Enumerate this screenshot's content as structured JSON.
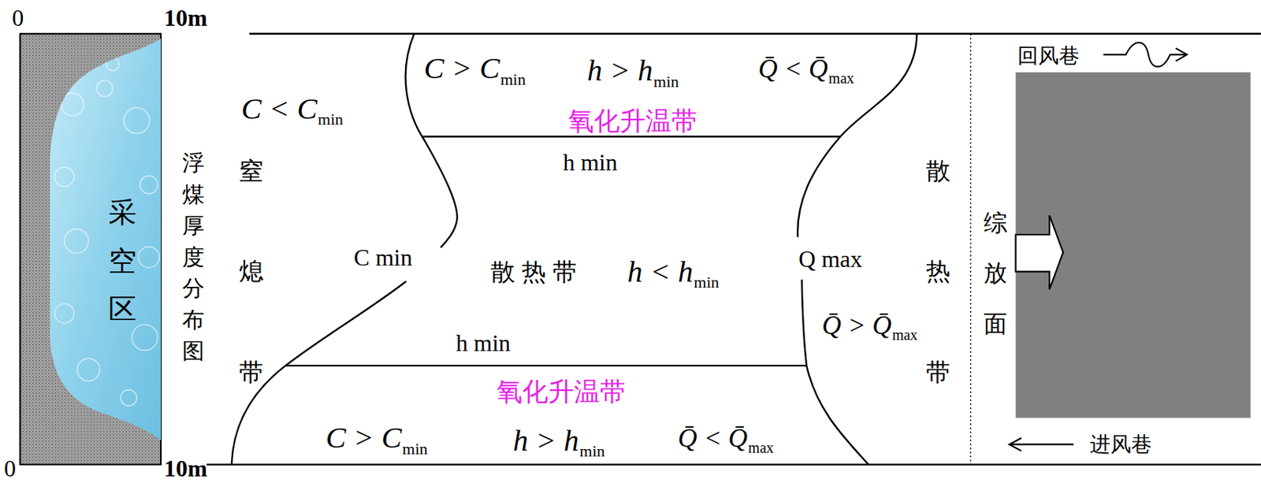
{
  "diagram": {
    "nodes": [
      {
        "text": [
          "采空区"
        ]
      },
      {
        "text": [
          "C < C",
          "min",
          "窒熄带"
        ]
      },
      {
        "text": [
          "C > C",
          "min",
          "h > h",
          "min",
          "Q̄ < Q̄",
          "max",
          "氧化升温带"
        ]
      },
      {
        "text": [
          "散 热 带",
          "h < h",
          "min"
        ]
      },
      {
        "text": [
          "氧化升温带",
          "C > C",
          "min",
          "h > h",
          "min",
          "Q̄ < Q̄",
          "max"
        ]
      },
      {
        "text": [
          "散热带",
          "Q̄ > Q̄",
          "max"
        ]
      },
      {
        "text": [
          "综放面"
        ]
      }
    ],
    "labels": [
      "0",
      "10m",
      "0",
      "10m",
      "浮煤厚度分布图",
      "C min",
      "h min",
      "h min",
      "Q max",
      "回风巷",
      "进风巷"
    ]
  }
}
